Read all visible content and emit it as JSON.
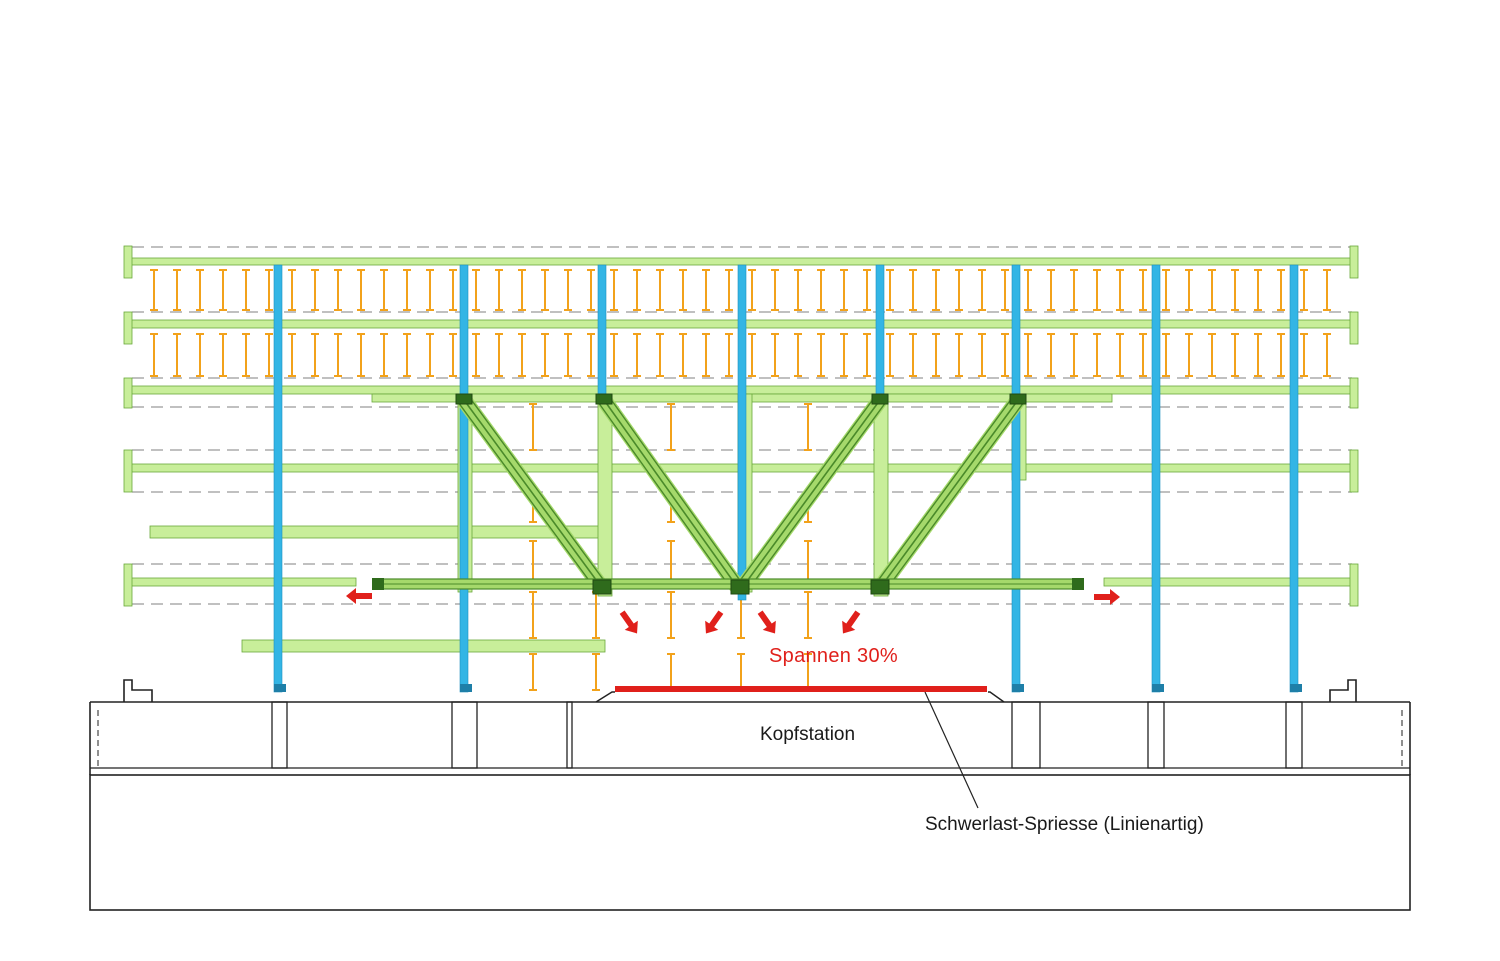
{
  "labels": {
    "station": "Kopfstation",
    "strut": "Schwerlast-Spriesse (Linienartig)",
    "tension": "Spannen  30%"
  },
  "colors": {
    "floor_green": "#c8ee9a",
    "floor_outline": "#6aa83a",
    "column_blue": "#33b5e5",
    "prop_orange": "#f2a21b",
    "brace_green": "#4a8a2a",
    "arrow_red": "#e0201b",
    "line_dark": "#222222",
    "dash_gray": "#9a9a9a"
  },
  "icons": {
    "arrow": "red-arrow-icon"
  }
}
